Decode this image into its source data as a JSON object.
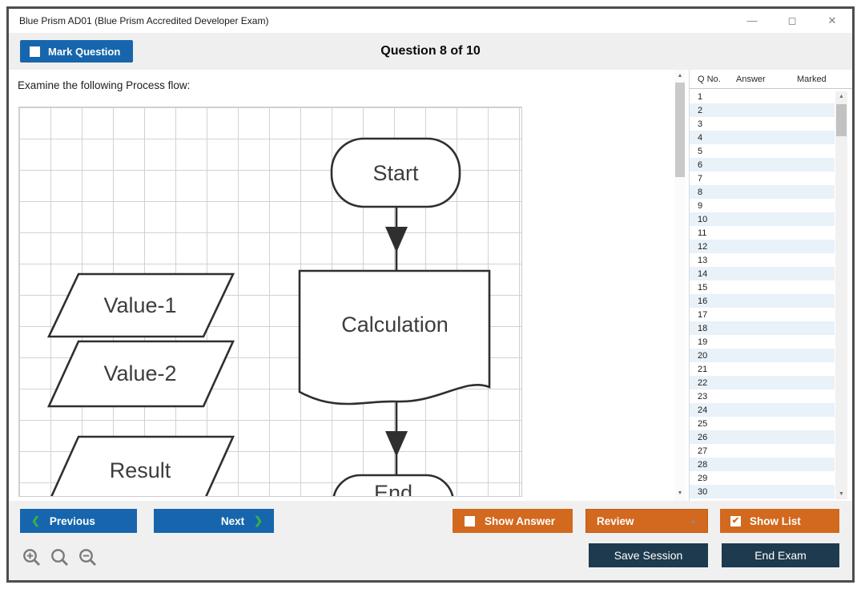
{
  "window": {
    "title": "Blue Prism AD01 (Blue Prism Accredited Developer Exam)"
  },
  "icons": {
    "minimize": "—",
    "maximize": "◻",
    "close": "✕",
    "scroll_up": "▲",
    "scroll_down": "▼",
    "drop_arrow_up": "▲"
  },
  "header": {
    "mark_question_label": "Mark Question",
    "mark_question_check": "",
    "question_counter": "Question 8 of 10"
  },
  "main": {
    "prompt": "Examine the following Process flow:"
  },
  "flowchart": {
    "start": "Start",
    "calculation": "Calculation",
    "value1": "Value-1",
    "value2": "Value-2",
    "result": "Result",
    "end": "End"
  },
  "question_list": {
    "columns": [
      "Q No.",
      "Answer",
      "Marked"
    ],
    "rows": [
      {
        "q_no": "1",
        "answer": "",
        "marked": ""
      },
      {
        "q_no": "2",
        "answer": "",
        "marked": ""
      },
      {
        "q_no": "3",
        "answer": "",
        "marked": ""
      },
      {
        "q_no": "4",
        "answer": "",
        "marked": ""
      },
      {
        "q_no": "5",
        "answer": "",
        "marked": ""
      },
      {
        "q_no": "6",
        "answer": "",
        "marked": ""
      },
      {
        "q_no": "7",
        "answer": "",
        "marked": ""
      },
      {
        "q_no": "8",
        "answer": "",
        "marked": ""
      },
      {
        "q_no": "9",
        "answer": "",
        "marked": ""
      },
      {
        "q_no": "10",
        "answer": "",
        "marked": ""
      },
      {
        "q_no": "11",
        "answer": "",
        "marked": ""
      },
      {
        "q_no": "12",
        "answer": "",
        "marked": ""
      },
      {
        "q_no": "13",
        "answer": "",
        "marked": ""
      },
      {
        "q_no": "14",
        "answer": "",
        "marked": ""
      },
      {
        "q_no": "15",
        "answer": "",
        "marked": ""
      },
      {
        "q_no": "16",
        "answer": "",
        "marked": ""
      },
      {
        "q_no": "17",
        "answer": "",
        "marked": ""
      },
      {
        "q_no": "18",
        "answer": "",
        "marked": ""
      },
      {
        "q_no": "19",
        "answer": "",
        "marked": ""
      },
      {
        "q_no": "20",
        "answer": "",
        "marked": ""
      },
      {
        "q_no": "21",
        "answer": "",
        "marked": ""
      },
      {
        "q_no": "22",
        "answer": "",
        "marked": ""
      },
      {
        "q_no": "23",
        "answer": "",
        "marked": ""
      },
      {
        "q_no": "24",
        "answer": "",
        "marked": ""
      },
      {
        "q_no": "25",
        "answer": "",
        "marked": ""
      },
      {
        "q_no": "26",
        "answer": "",
        "marked": ""
      },
      {
        "q_no": "27",
        "answer": "",
        "marked": ""
      },
      {
        "q_no": "28",
        "answer": "",
        "marked": ""
      },
      {
        "q_no": "29",
        "answer": "",
        "marked": ""
      },
      {
        "q_no": "30",
        "answer": "",
        "marked": ""
      }
    ]
  },
  "footer": {
    "previous": "Previous",
    "next": "Next",
    "prev_chevron": "❮",
    "next_chevron": "❯",
    "show_answer": "Show Answer",
    "show_answer_check": "",
    "review": "Review",
    "show_list": "Show List",
    "show_list_check": "✔",
    "save_session": "Save Session",
    "end_exam": "End Exam"
  },
  "colors": {
    "button_blue": "#1766ad",
    "button_orange": "#d2691e",
    "button_navy": "#1e3a4e",
    "chevron_green": "#3aaf46",
    "row_alt_blue": "#e9f1f9",
    "header_gray": "#efefef",
    "footer_gray": "#f0f0f0",
    "window_border": "#4d4d4d"
  }
}
